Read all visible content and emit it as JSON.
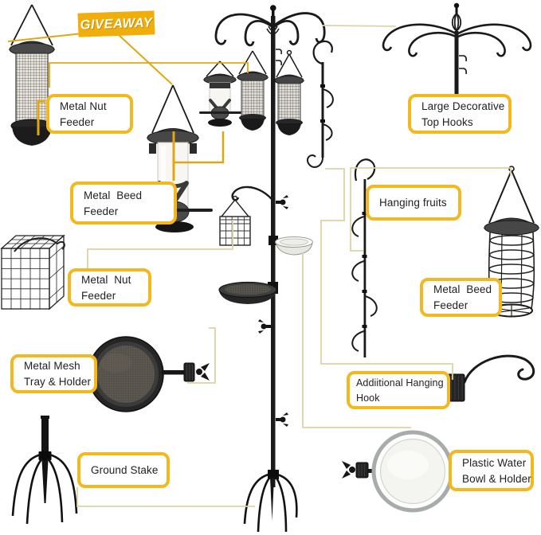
{
  "banner": {
    "text": "GIVEAWAY"
  },
  "labels": [
    {
      "id": "metal-nut-feeder-1",
      "line1": "Metal Nut",
      "line2": "Feeder"
    },
    {
      "id": "metal-beed-feeder-1",
      "line1": "Metal  Beed",
      "line2": "Feeder"
    },
    {
      "id": "metal-nut-feeder-2",
      "line1": "Metal  Nut",
      "line2": "Feeder"
    },
    {
      "id": "large-decorative-top-hooks",
      "line1": "Large Decorative",
      "line2": "Top Hooks"
    },
    {
      "id": "hanging-fruits",
      "line1": "Hanging fruits"
    },
    {
      "id": "metal-beed-feeder-2",
      "line1": "Metal  Beed",
      "line2": "Feeder"
    },
    {
      "id": "metal-mesh-tray-holder",
      "line1": "Metal Mesh",
      "line2": "Tray & Holder"
    },
    {
      "id": "addiitional-hanging-hook",
      "line1": "Addiitional Hanging",
      "line2": "Hook"
    },
    {
      "id": "ground-stake",
      "line1": "Ground Stake"
    },
    {
      "id": "plastic-water-bowl-holder",
      "line1": "Plastic Water",
      "line2": "Bowl & Holder"
    }
  ],
  "colors": {
    "label_border": "#f5b71e",
    "banner_bg": "#f0ae0b",
    "connector_gold": "#dfa713",
    "connector_pale": "#ddd3a6",
    "hardware": "#1a1a1a"
  }
}
